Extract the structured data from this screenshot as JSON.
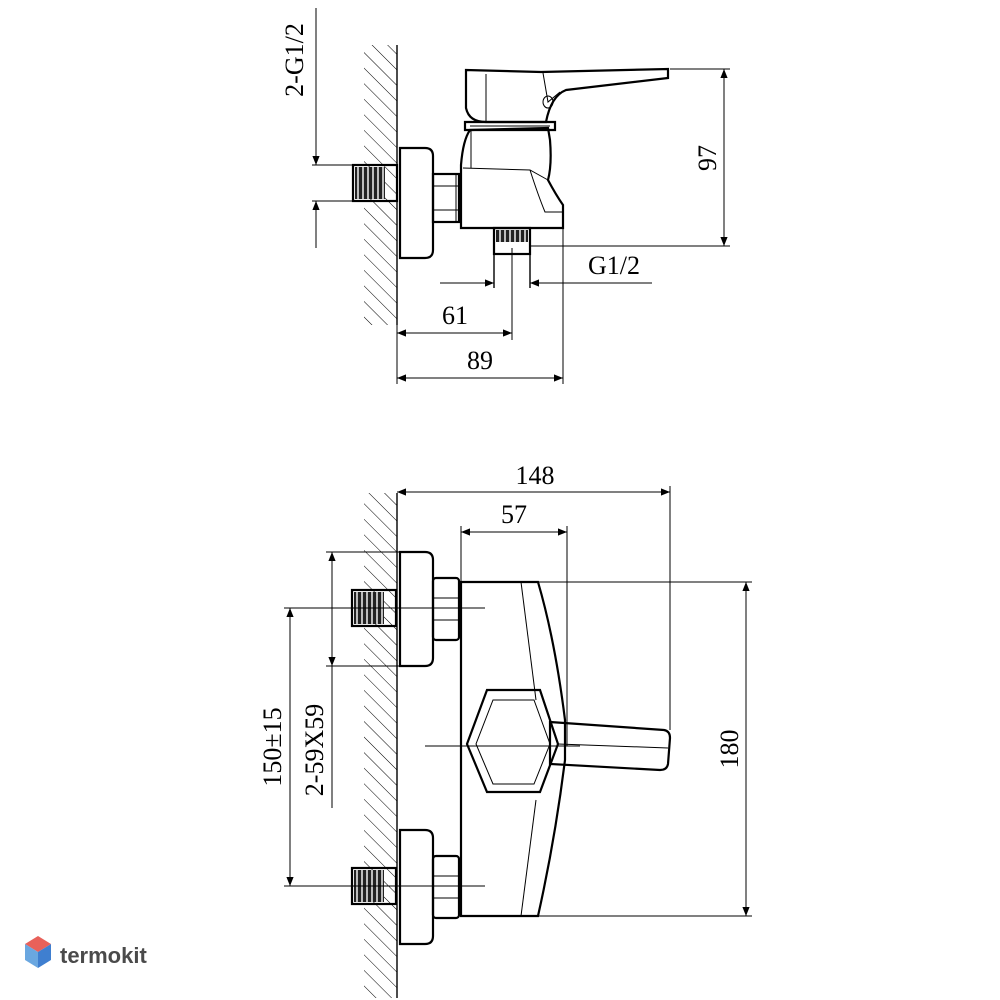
{
  "side_view": {
    "inlet_thread": "2-G1/2",
    "height": "97",
    "outlet_thread": "G1/2",
    "outlet_offset": "61",
    "depth": "89"
  },
  "front_view": {
    "total_width": "148",
    "body_width": "57",
    "height": "180",
    "centers": "150±15",
    "flange": "2-59X59"
  },
  "watermark": {
    "text": "termokit",
    "colors": {
      "top": "#e8615a",
      "left": "#6aa7e0",
      "right": "#3f7fd0"
    }
  }
}
